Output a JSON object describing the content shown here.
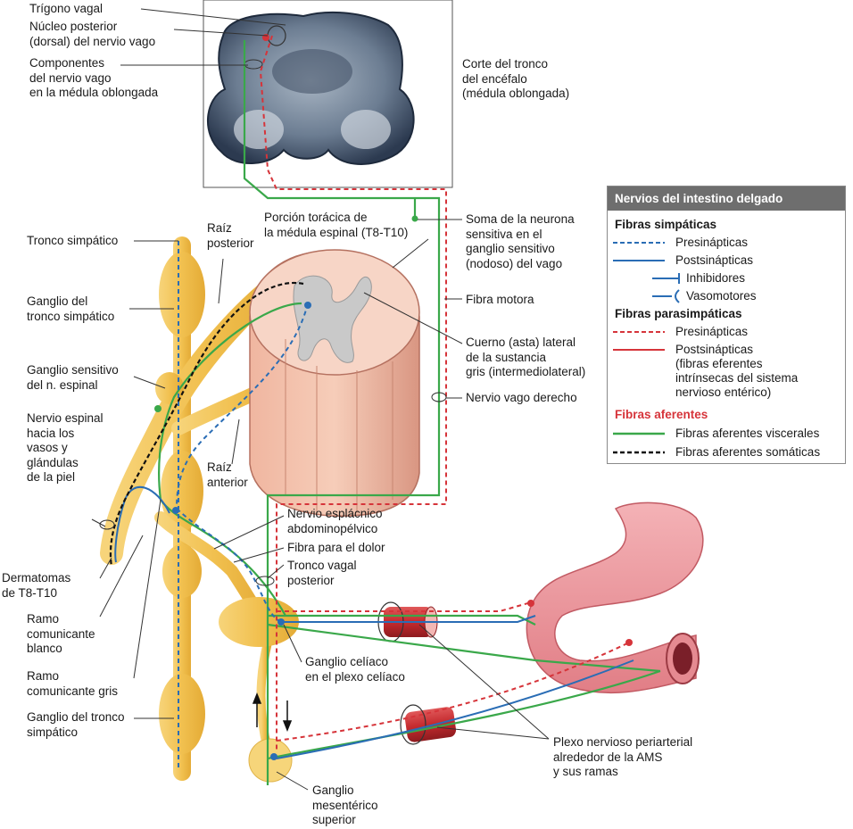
{
  "labels": {
    "trigono_vagal": "Trígono vagal",
    "nucleo_posterior": "Núcleo posterior\n(dorsal) del nervio vago",
    "componentes": "Componentes\ndel nervio vago\nen la médula oblongada",
    "corte_tronco": "Corte del tronco\ndel encéfalo\n(médula oblongada)",
    "porcion_toracica": "Porción torácica de\nla médula espinal (T8-T10)",
    "raiz_posterior": "Raíz\nposterior",
    "tronco_simpatico": "Tronco simpático",
    "ganglio_tronco_simpatico_1": "Ganglio del\ntronco simpático",
    "ganglio_sensitivo": "Ganglio sensitivo\ndel n. espinal",
    "nervio_espinal": "Nervio espinal\nhacia los\nvasos y\nglándulas\nde la piel",
    "dermatomas": "Dermatomas\nde T8-T10",
    "ramo_blanco": "Ramo\ncomunicante\nblanco",
    "ramo_gris": "Ramo\ncomunicante gris",
    "ganglio_tronco_simpatico_2": "Ganglio del tronco\nsimpático",
    "raiz_anterior": "Raíz\nanterior",
    "soma_neurona": "Soma de la neurona\nsensitiva en el\nganglio sensitivo\n(nodoso) del vago",
    "fibra_motora": "Fibra motora",
    "cuerno_lateral": "Cuerno (asta) lateral\nde la sustancia\ngris (intermediolateral)",
    "nervio_vago_derecho": "Nervio vago derecho",
    "nervio_esplacnico": "Nervio esplácnico\nabdominopélvico",
    "fibra_dolor": "Fibra para el dolor",
    "tronco_vagal_posterior": "Tronco vagal\nposterior",
    "ganglio_celiaco": "Ganglio celíaco\nen el plexo celíaco",
    "ganglio_mesenterico": "Ganglio\nmesentérico\nsuperior",
    "plexo_periarterial": "Plexo nervioso periarterial\nalrededor de la AMS\ny sus ramas"
  },
  "legend": {
    "title": "Nervios del intestino delgado",
    "simpaticas_head": "Fibras simpáticas",
    "presinapticas_1": "Presinápticas",
    "postsinapticas_1": "Postsinápticas",
    "inhibidores": "Inhibidores",
    "vasomotores": "Vasomotores",
    "parasimpaticas_head": "Fibras parasimpáticas",
    "presinapticas_2": "Presinápticas",
    "postsinapticas_2": "Postsinápticas\n(fibras eferentes\nintrínsecas del sistema\nnervioso entérico)",
    "aferentes_head": "Fibras aferentes",
    "aferentes_viscerales": "Fibras aferentes viscerales",
    "aferentes_somaticas": "Fibras aferentes somáticas"
  },
  "colors": {
    "sympathetic_blue": "#2a6db5",
    "parasympathetic_red": "#d6343a",
    "afferent_green": "#3aa84a",
    "somatic_black": "#111111",
    "nerve_yellow": "#f3c85a",
    "aferentes_head_red": "#d6343a"
  }
}
